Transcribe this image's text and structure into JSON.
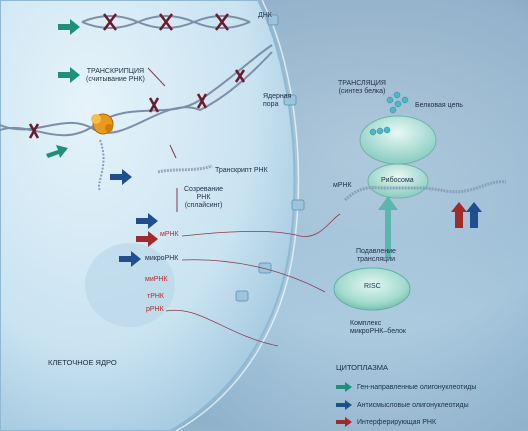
{
  "labels": {
    "dna": "ДНК",
    "transcription": "ТРАНСКРИПЦИЯ\n(считывание РНК)",
    "nuclear_pore": "Ядерная\nпора",
    "rna_transcript": "Транскрипт РНК",
    "rna_maturation": "Созревание\nРНК\n(сплайсинг)",
    "mrna_nucleus": "мРНК",
    "microrna": "микроРНК",
    "mirna": "миРНК",
    "trna": "тРНК",
    "rrna": "рРНК",
    "cell_nucleus": "КЛЕТОЧНОЕ ЯДРО",
    "translation": "ТРАНСЛЯЦИЯ\n(синтез белка)",
    "protein_chain": "Белковая цепь",
    "mrna_cytoplasm": "мРНК",
    "ribosome": "Рибосома",
    "translation_suppression": "Подавление\nтрансляции",
    "risc": "RISC",
    "microrna_protein_complex": "Комплекс\nмикроРНК–белок",
    "cytoplasm": "ЦИТОПЛАЗМА"
  },
  "legend": [
    {
      "label": "Ген-направленные олигонуклеотиды",
      "color": "#1f8f7a"
    },
    {
      "label": "Антисмысловые олигонуклеотиды",
      "color": "#1f4f8f"
    },
    {
      "label": "Интерферирующая РНК",
      "color": "#a32a2a"
    }
  ],
  "colors": {
    "gene_targeted": "#1f8f7a",
    "antisense": "#1f4f8f",
    "interfering": "#a32a2a",
    "dna_strand": "#7a8fa8",
    "dna_bar": "#6a1a2a",
    "nucleus_fill": "#cfe6f3"
  },
  "icons": {
    "arrow": "arrow-icon",
    "protein": "protein-beads-icon",
    "enzyme": "polymerase-icon"
  }
}
